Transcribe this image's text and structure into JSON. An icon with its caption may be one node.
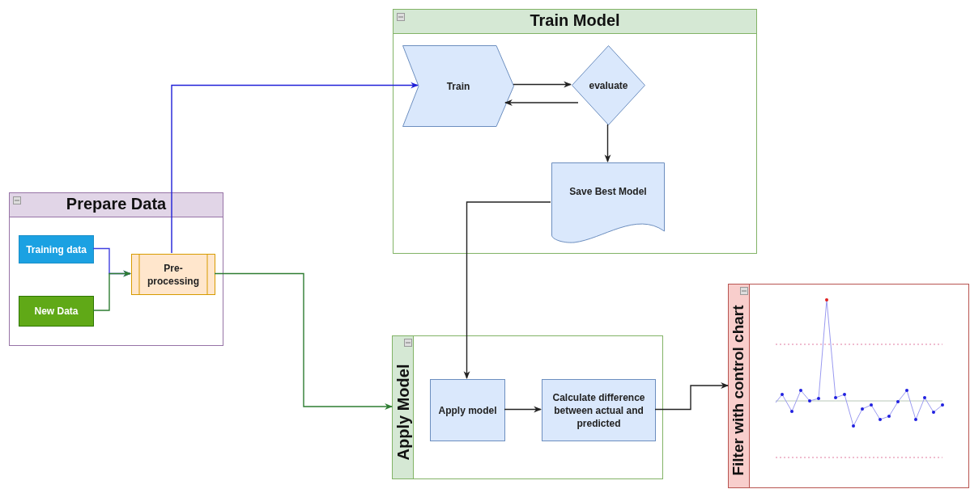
{
  "diagram": {
    "nodes": [
      {
        "text": [
          "Prepare Data"
        ]
      },
      {
        "text": [
          "Training data"
        ],
        "in": 0
      },
      {
        "text": [
          "New Data"
        ],
        "in": 0
      },
      {
        "text": [
          "Pre-processing"
        ],
        "in": 0
      },
      {
        "text": [
          "Train Model"
        ]
      },
      {
        "text": [
          "Train"
        ],
        "in": 4
      },
      {
        "text": [
          "evaluate"
        ],
        "in": 4
      },
      {
        "text": [
          "Save Best Model"
        ],
        "in": 4
      },
      {
        "text": [
          "Apply Model"
        ]
      },
      {
        "text": [
          "Apply model"
        ],
        "in": 8
      },
      {
        "text": [
          "Calculate difference between actual and predicted"
        ],
        "in": 8
      },
      {
        "text": [
          "Filter with control chart"
        ]
      }
    ],
    "edges": [
      {
        "from": 1,
        "to": 3,
        "arrow": "to",
        "color": "#4040e0"
      },
      {
        "from": 2,
        "to": 3,
        "arrow": "to",
        "color": "#2e7d32"
      },
      {
        "from": 3,
        "to": 5,
        "arrow": "to",
        "color": "#2020d8"
      },
      {
        "from": 3,
        "to": 8,
        "arrow": "to",
        "color": "#2e7d32"
      },
      {
        "from": 5,
        "to": 6,
        "arrow": "to"
      },
      {
        "from": 6,
        "to": 5,
        "arrow": "to"
      },
      {
        "from": 6,
        "to": 7,
        "arrow": "to"
      },
      {
        "from": 7,
        "to": 9,
        "arrow": "to"
      },
      {
        "from": 9,
        "to": 10,
        "arrow": "to"
      },
      {
        "from": 10,
        "to": 11,
        "arrow": "to"
      }
    ]
  }
}
